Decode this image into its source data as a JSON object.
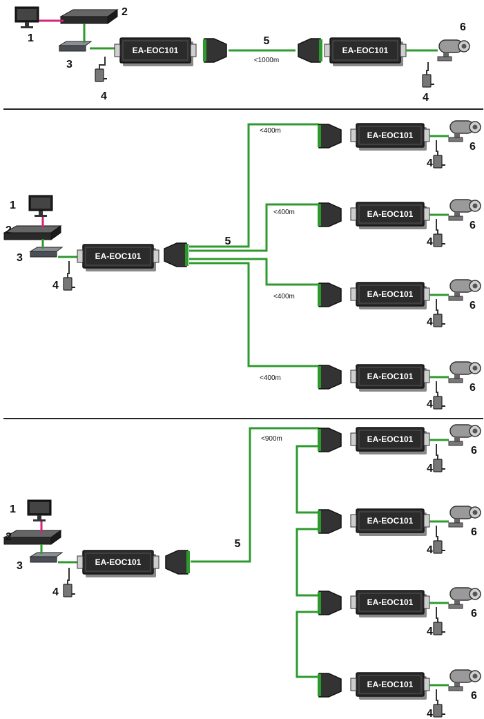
{
  "device_label": "EA-EOC101",
  "colors": {
    "cable": "#2e9a2e",
    "video": "#d6237a",
    "device": "#2b2b2b",
    "divider": "#222222"
  },
  "icons": [
    "monitor-icon",
    "recorder-icon",
    "switch-icon",
    "power-adapter-icon",
    "camera-icon",
    "coax-splitter-icon"
  ],
  "numbers": {
    "n1": "1",
    "n2": "2",
    "n3": "3",
    "n4": "4",
    "n5": "5",
    "n6": "6"
  },
  "sections": [
    {
      "name": "point-to-point",
      "distances": [
        "<1000m"
      ]
    },
    {
      "name": "star",
      "distances": [
        "<400m",
        "<400m",
        "<400m",
        "<400m"
      ]
    },
    {
      "name": "bus",
      "distances": [
        "<900m"
      ]
    }
  ]
}
